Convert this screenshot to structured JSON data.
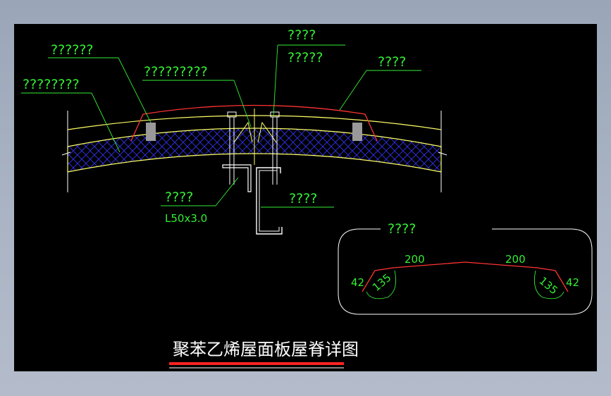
{
  "colors": {
    "background": "#000000",
    "label": "#33ee33",
    "roof_sheet": "#ffff66",
    "ridge_cap": "#ff3333",
    "insulation_hatch": "#3333ff",
    "frame": "#ffffff",
    "title_underline": "#ff2222"
  },
  "labels": {
    "upper_a": "????",
    "upper_b": "?????",
    "top_right": "????",
    "top_left_1": "??????",
    "top_left_2": "?????????",
    "left": "????????",
    "angle_name": "????",
    "angle_size": "L50x3.0",
    "purlin": "????"
  },
  "detail": {
    "title": "????",
    "dims": {
      "left_flange": "42",
      "left_slope": "200",
      "right_slope": "200",
      "right_flange": "42",
      "left_angle": "135",
      "right_angle": "135"
    }
  },
  "drawing_title": "聚苯乙烯屋面板屋脊详图"
}
